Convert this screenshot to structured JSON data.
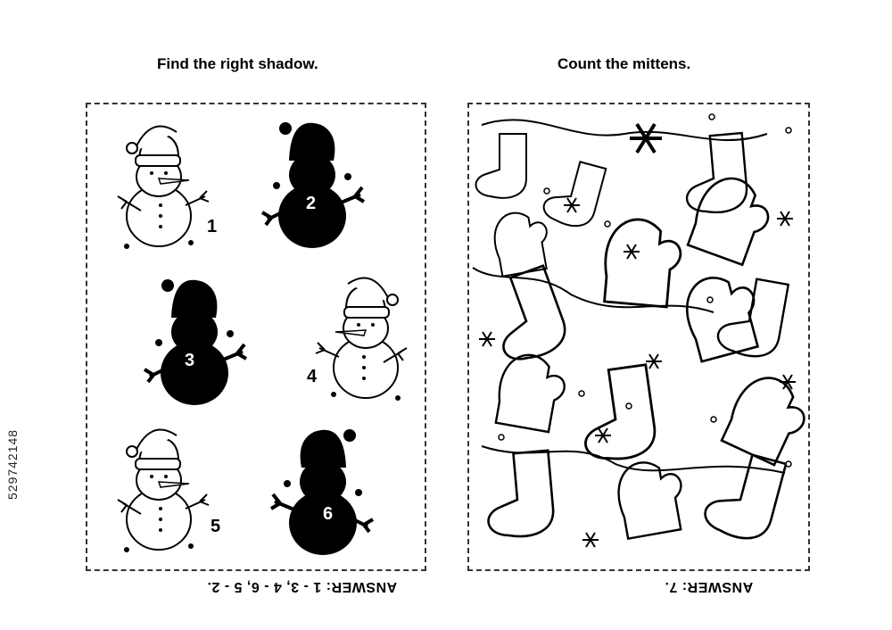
{
  "left_puzzle": {
    "title": "Find the right shadow.",
    "items": [
      {
        "number": "1",
        "kind": "snowman"
      },
      {
        "number": "2",
        "kind": "shadow"
      },
      {
        "number": "3",
        "kind": "shadow"
      },
      {
        "number": "4",
        "kind": "snowman"
      },
      {
        "number": "5",
        "kind": "snowman"
      },
      {
        "number": "6",
        "kind": "shadow"
      }
    ],
    "answer": "ANSWER: 1 - 3, 4 - 6, 5 - 2."
  },
  "right_puzzle": {
    "title": "Count the mittens.",
    "answer": "ANSWER: 7."
  },
  "stock_id": "529742148",
  "icons": [
    "snowman-icon",
    "snowman-shadow-icon",
    "mitten-icon",
    "sock-icon",
    "snowflake-icon"
  ]
}
